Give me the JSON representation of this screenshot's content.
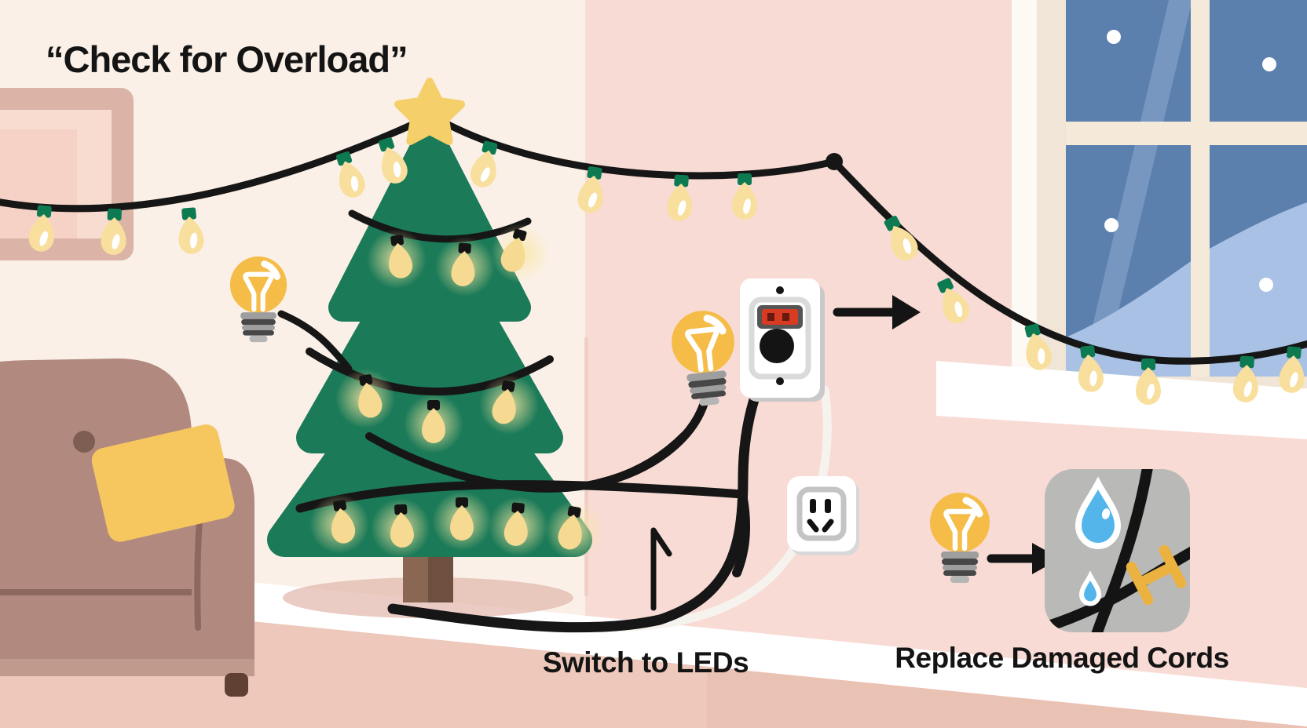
{
  "labels": {
    "title": "“Check for Overload”",
    "switch_to_leds": "Switch to LEDs",
    "replace_damaged_cords": "Replace Damaged Cords"
  },
  "icons": {
    "light_bulb": "light-bulb-icon",
    "overloaded_outlet": "wall-outlet-overloaded-icon",
    "small_outlet": "wall-outlet-icon",
    "arrow_right": "arrow-right-icon",
    "arrow_up": "arrow-up-icon",
    "water_drop": "water-drop-icon",
    "repair_tape": "repair-tape-icon",
    "string_lights": "string-lights",
    "christmas_tree": "christmas-tree",
    "window": "snowy-window",
    "couch": "couch"
  },
  "colors": {
    "wall_left": "#faf0e8",
    "wall_right": "#f8dbd4",
    "floor": "#eac2b4",
    "baseboard": "#ffffff",
    "tree_green": "#1b7a58",
    "trunk_brown": "#8a6753",
    "star_yellow": "#f4cf6a",
    "string_bulb_yellow": "#f8df9d",
    "socket_green": "#0e7a52",
    "bulb_icon_yellow": "#f5bc47",
    "cord_black": "#161616",
    "couch_mauve": "#b1897f",
    "pillow_yellow": "#f6c75f",
    "window_pane_blue": "#5b80ae",
    "snow_drift_blue": "#a9c1e4",
    "overload_red": "#d93b22",
    "panel_gray": "#b9b9b7",
    "drop_blue": "#54b5ea",
    "tape_yellow": "#ecb23f"
  }
}
